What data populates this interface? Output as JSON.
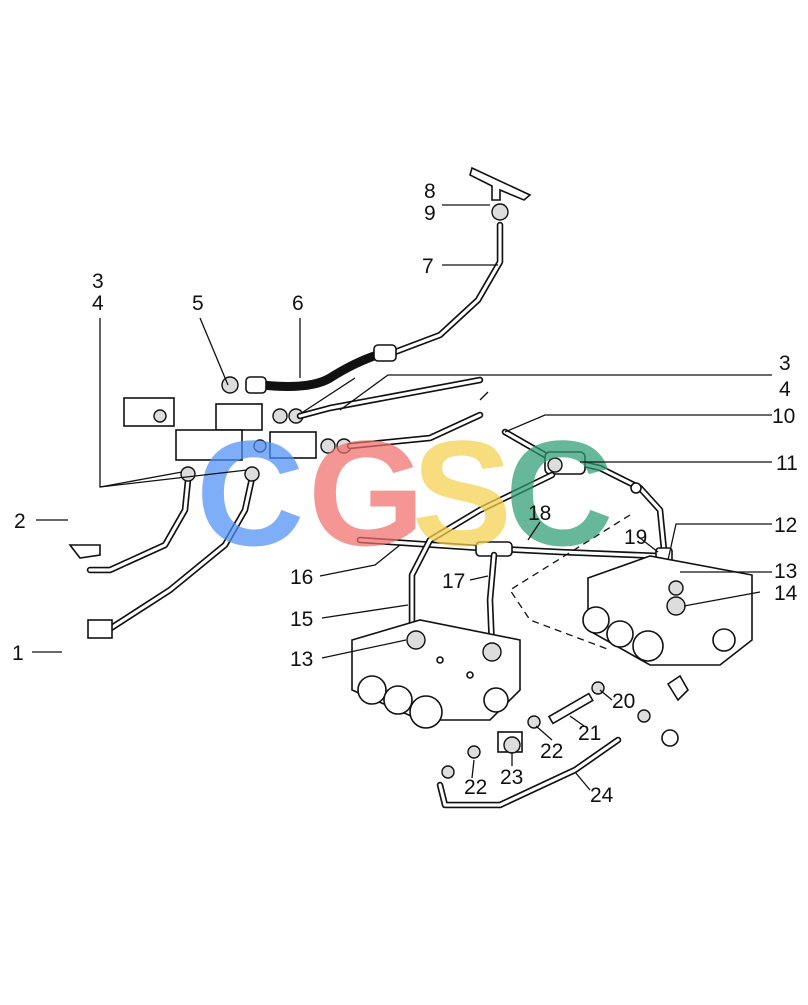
{
  "watermark": {
    "letters": [
      {
        "char": "C",
        "color": "#4f8ff7"
      },
      {
        "char": "G",
        "color": "#ef6f6c"
      },
      {
        "char": "S",
        "color": "#f6d04d"
      },
      {
        "char": "C",
        "color": "#2e9e74"
      }
    ]
  },
  "callouts": [
    "1",
    "2",
    "3",
    "4",
    "5",
    "6",
    "7",
    "8",
    "9",
    "3",
    "4",
    "10",
    "11",
    "12",
    "13",
    "14",
    "13",
    "15",
    "16",
    "17",
    "18",
    "19",
    "20",
    "21",
    "22",
    "22",
    "23",
    "24"
  ]
}
